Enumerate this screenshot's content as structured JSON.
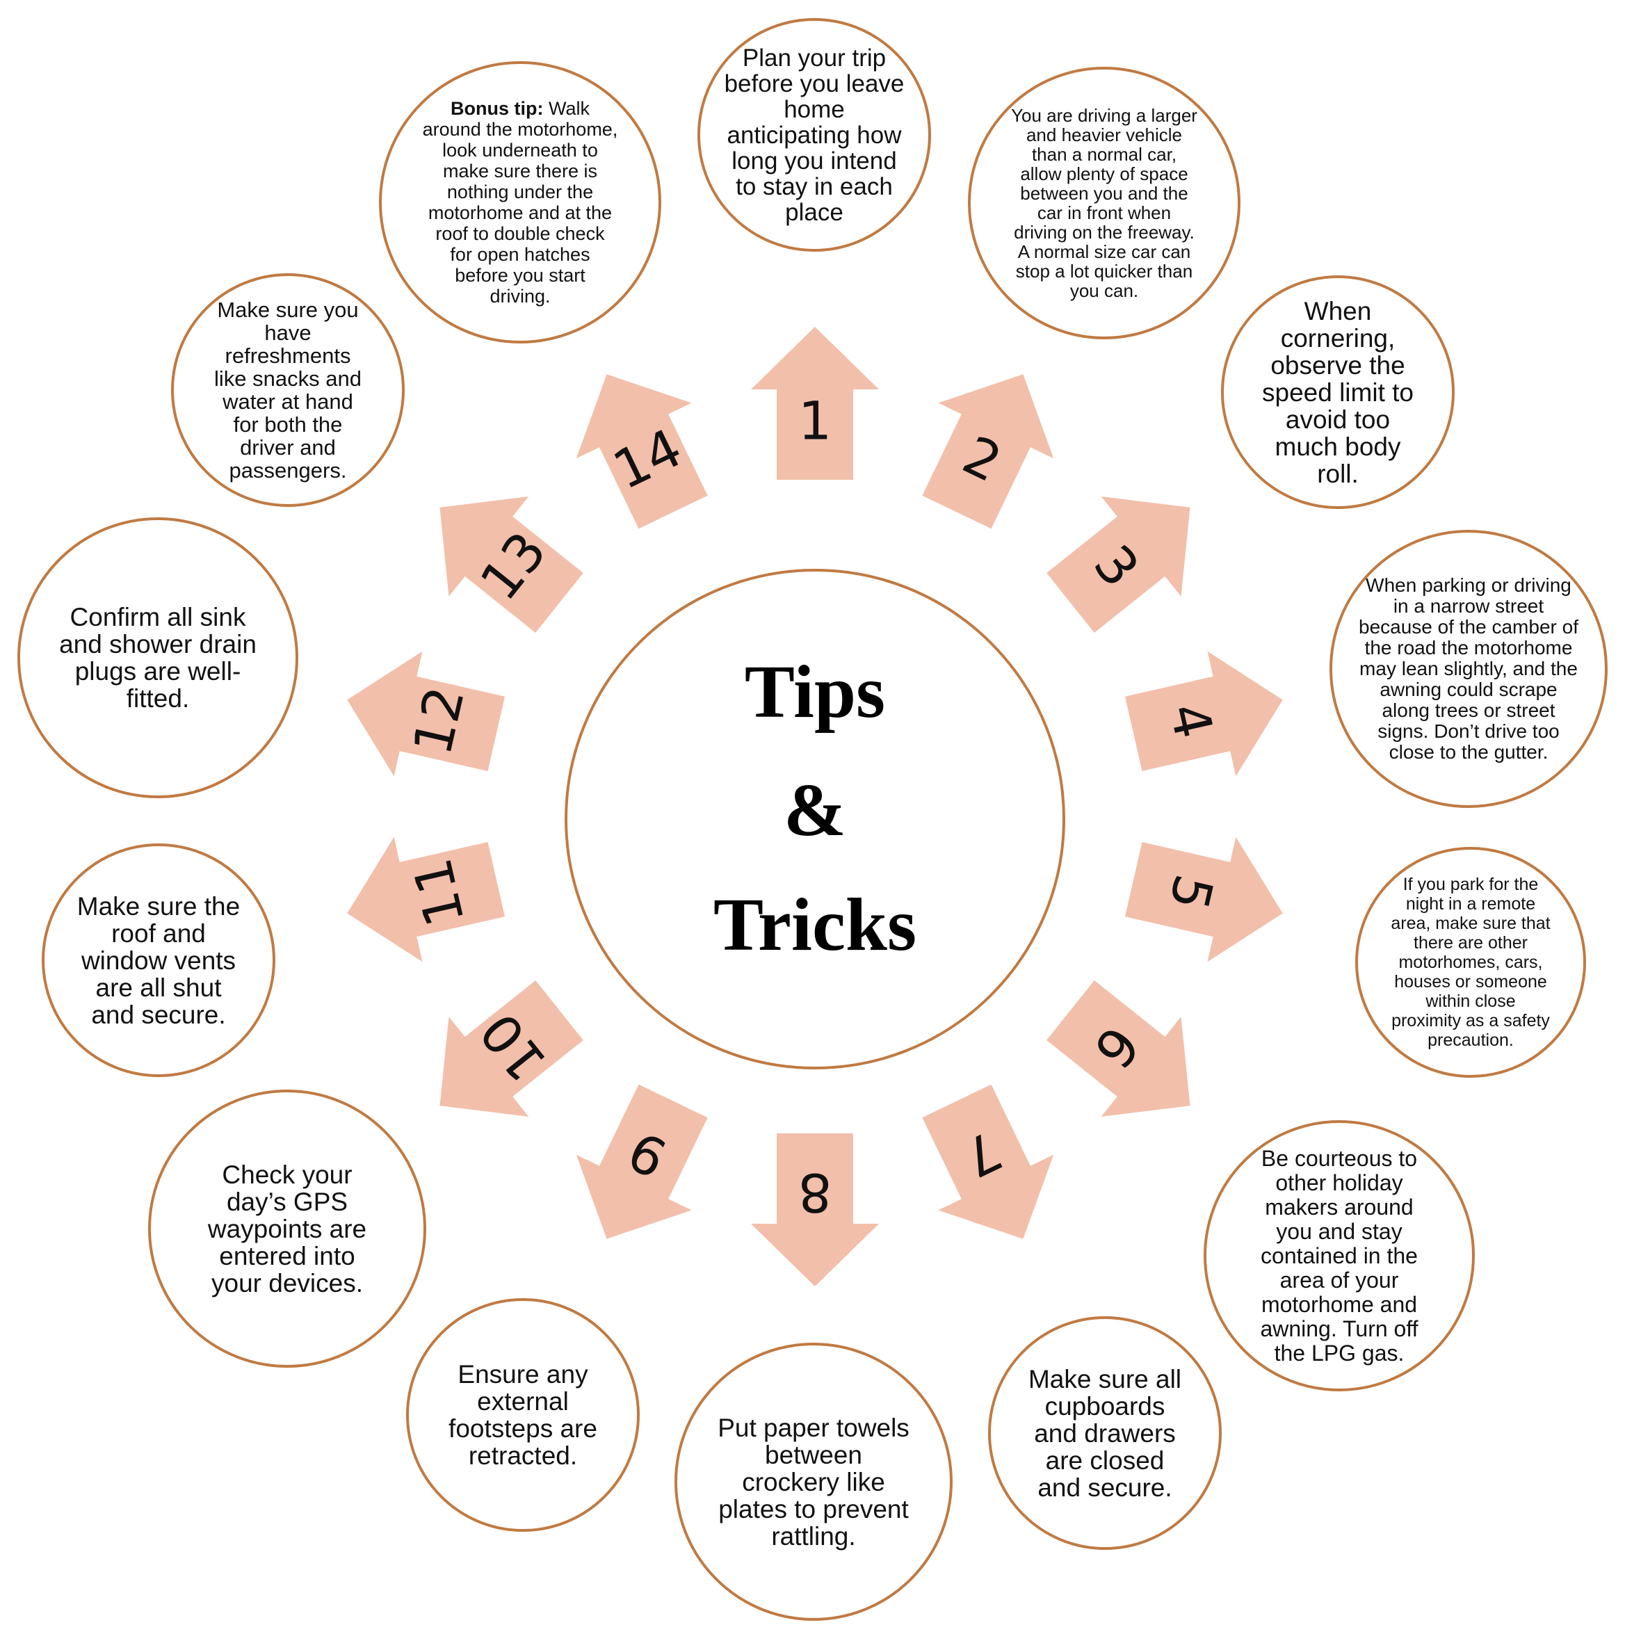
{
  "colors": {
    "circle_border": "#c07a42",
    "arrow_fill": "#f2bfaa",
    "text": "#111111"
  },
  "title": {
    "line1": "Tips",
    "line2": "&",
    "line3": "Tricks"
  },
  "arrows": [
    {
      "number": "1"
    },
    {
      "number": "2"
    },
    {
      "number": "3"
    },
    {
      "number": "4"
    },
    {
      "number": "5"
    },
    {
      "number": "6"
    },
    {
      "number": "7"
    },
    {
      "number": "8"
    },
    {
      "number": "9"
    },
    {
      "number": "10"
    },
    {
      "number": "11"
    },
    {
      "number": "12"
    },
    {
      "number": "13"
    },
    {
      "number": "14"
    }
  ],
  "tips": [
    {
      "id": 1,
      "text": "Plan your trip before you leave home anticipating how long you intend to stay in each place"
    },
    {
      "id": 2,
      "text": "You are driving a larger and heavier vehicle than a normal car, allow plenty of space between you and the car in front when driving on the freeway. A normal size car can stop a lot quicker than you can."
    },
    {
      "id": 3,
      "text": "When cornering, observe the speed limit to avoid too much body roll."
    },
    {
      "id": 4,
      "text": "When parking or driving in a narrow street because of the camber of the road the motorhome may lean slightly, and the awning could scrape along trees or street signs. Don’t drive too close to the gutter."
    },
    {
      "id": 5,
      "text": "If you park for the night in a remote area, make sure that there are other motorhomes, cars, houses or someone within close proximity as a safety precaution."
    },
    {
      "id": 6,
      "text": "Be courteous to other holiday makers around you and stay contained in the area of your motorhome and awning. Turn off the LPG gas."
    },
    {
      "id": 7,
      "text": "Make sure all cupboards and drawers are closed and secure."
    },
    {
      "id": 8,
      "text": "Put paper towels between crockery like plates to prevent rattling."
    },
    {
      "id": 9,
      "text": "Ensure any external footsteps are retracted."
    },
    {
      "id": 10,
      "text": "Check your day’s GPS waypoints are entered into your devices."
    },
    {
      "id": 11,
      "text": "Make sure the roof and window vents are all shut and secure."
    },
    {
      "id": 12,
      "text": "Confirm all sink and shower drain plugs are well-fitted."
    },
    {
      "id": 13,
      "text": "Make sure you have refreshments like snacks and water at hand for both the driver and passengers."
    },
    {
      "id": 14,
      "bold_prefix": "Bonus tip:",
      "text": " Walk around the motorhome, look underneath to make sure there is nothing under the motorhome and at the roof to double check for open hatches before you start driving."
    }
  ]
}
